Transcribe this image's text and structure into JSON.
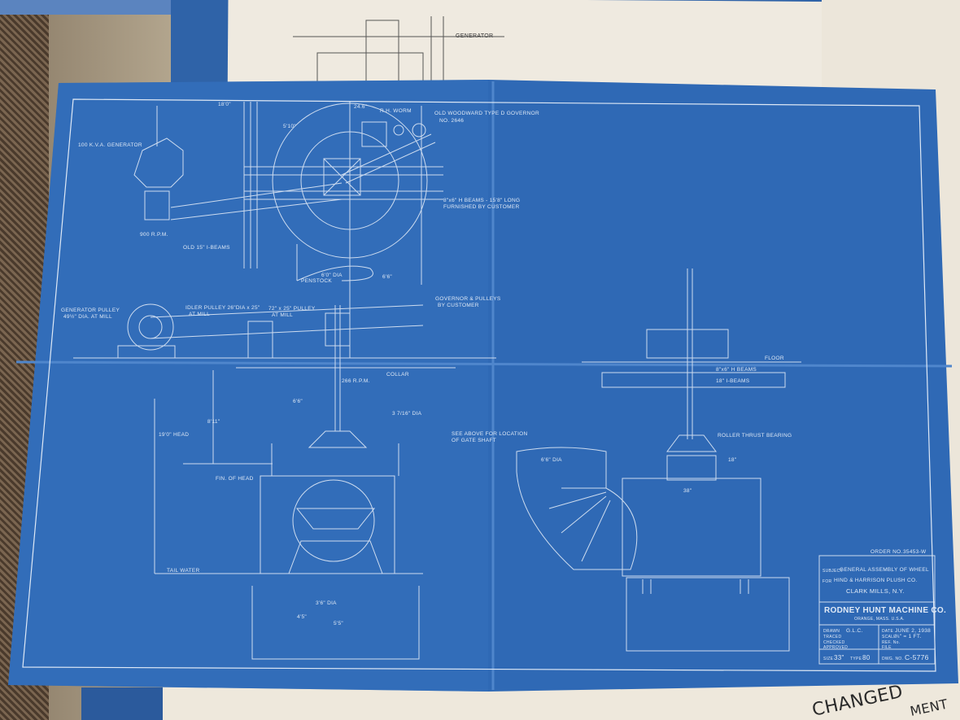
{
  "background_sheets": {
    "top_label": "GENERATOR",
    "handwritten_note": "CHANGED",
    "handwritten_note_2": "MENT"
  },
  "plan_view": {
    "generator": "100 K.V.A. GENERATOR",
    "rpm": "900 R.P.M.",
    "old_beams": "OLD 15\" I-BEAMS",
    "penstock": "PENSTOCK",
    "penstock_dia": "6'0\" DIA",
    "governor": "OLD WOODWARD TYPE D GOVERNOR",
    "governor_no": "NO. 2646",
    "worm": "R.H. WORM",
    "h_beams": "8\"x6\" H BEAMS - 15'8\" LONG",
    "furnished": "FURNISHED BY CUSTOMER",
    "dim_top": "18'0\"",
    "dim_24": "24.6\"",
    "dim_5": "5'10\"",
    "dim_66": "6'6\""
  },
  "elevation_view": {
    "gen_pulley": "GENERATOR PULLEY",
    "gen_pulley_2": "49½\" DIA. AT MILL",
    "idler": "IDLER PULLEY 26\"DIA x 25\"",
    "idler_2": "AT MILL",
    "pulley72": "72\" x 25\" PULLEY",
    "pulley72_2": "AT MILL",
    "gov_pulleys": "GOVERNOR & PULLEYS",
    "gov_pulleys_2": "BY CUSTOMER",
    "collar": "COLLAR",
    "rpm": "266 R.P.M.",
    "shaft": "3 7/16\" DIA",
    "head": "19'0\" HEAD",
    "see_above": "SEE ABOVE FOR LOCATION",
    "see_above_2": "OF GATE SHAFT",
    "fin_head": "FIN. OF HEAD",
    "tail_water": "TAIL WATER",
    "dim_811": "8'11\"",
    "dim_66": "6'6\"",
    "dim_45": "4'5\"",
    "dim_55": "5'5\"",
    "dim_dia": "3'6\" DIA"
  },
  "side_view": {
    "floor": "FLOOR",
    "h_beams": "8\"x6\" H BEAMS",
    "i_beams": "18\" I-BEAMS",
    "thrust": "ROLLER THRUST BEARING",
    "dia": "6'6\" DIA",
    "dim_38": "38\"",
    "dim_18": "18\""
  },
  "title_block": {
    "order_label": "ORDER NO.",
    "order_no": "35453-W",
    "subject_label": "SUBJECT",
    "subject": "GENERAL ASSEMBLY OF WHEEL",
    "for_label": "FOR",
    "customer": "HIND & HARRISON PLUSH CO.",
    "location": "CLARK MILLS, N.Y.",
    "company": "RODNEY HUNT MACHINE CO.",
    "company_address": "ORANGE, MASS. U.S.A.",
    "drawn_label": "DRAWN",
    "drawn": "G.L.C.",
    "traced_label": "TRACED",
    "checked_label": "CHECKED",
    "approved_label": "APPROVED",
    "date_label": "DATE",
    "date": "JUNE 2, 1938",
    "scale_label": "SCALE",
    "scale": "¾\" = 1 FT.",
    "ref_label": "REF. No.",
    "file_label": "FILE",
    "size_label": "SIZE",
    "size": "33\"",
    "type_label": "TYPE",
    "type": "80",
    "dwg_label": "DWG. NO.",
    "dwg_no": "C-5776"
  },
  "colors": {
    "blueprint": "#2f69b5",
    "lines": "#dfe9f6"
  }
}
